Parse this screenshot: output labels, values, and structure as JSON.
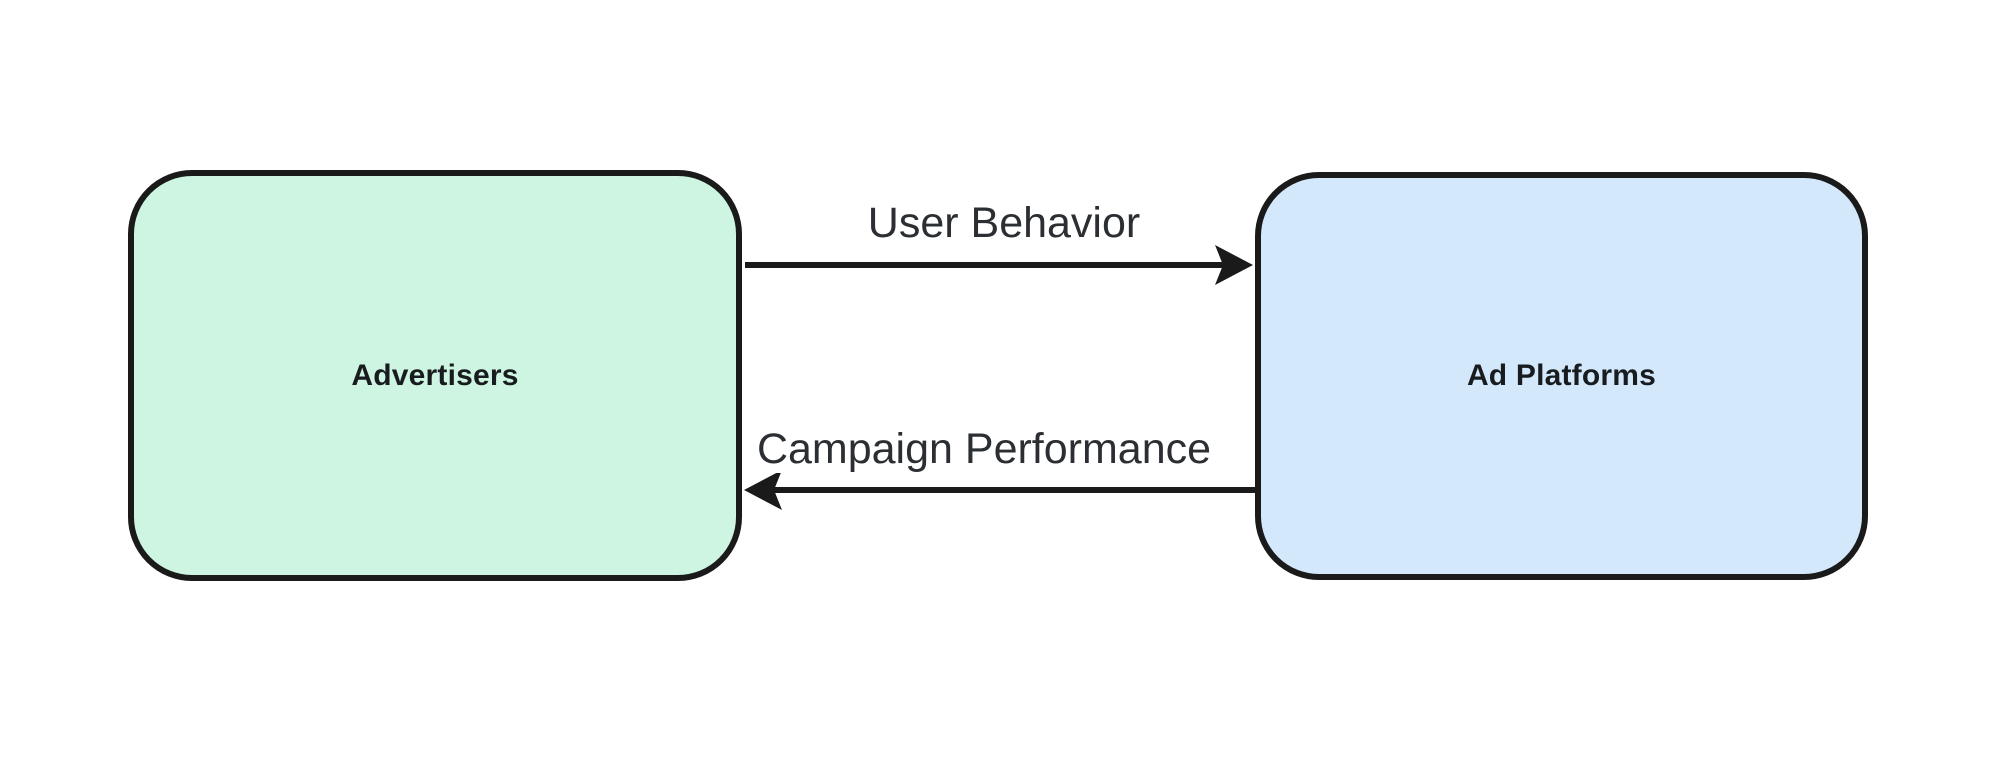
{
  "diagram": {
    "type": "flow",
    "background_color": "#ffffff",
    "stroke_color": "#1a1a1a",
    "nodes": [
      {
        "id": "advertisers",
        "label": "Advertisers",
        "fill": "#cdf5e2",
        "border_color": "#1a1a1a",
        "text_color": "#191c1f"
      },
      {
        "id": "ad_platforms",
        "label": "Ad Platforms",
        "fill": "#d3e9fb",
        "border_color": "#1a1a1a",
        "text_color": "#191c1f"
      }
    ],
    "edges": [
      {
        "from": "Advertisers",
        "to": "Ad Platforms",
        "label": "User Behavior",
        "direction": "right"
      },
      {
        "from": "Ad Platforms",
        "to": "Advertisers",
        "label": "Campaign Performance",
        "direction": "left"
      }
    ]
  }
}
